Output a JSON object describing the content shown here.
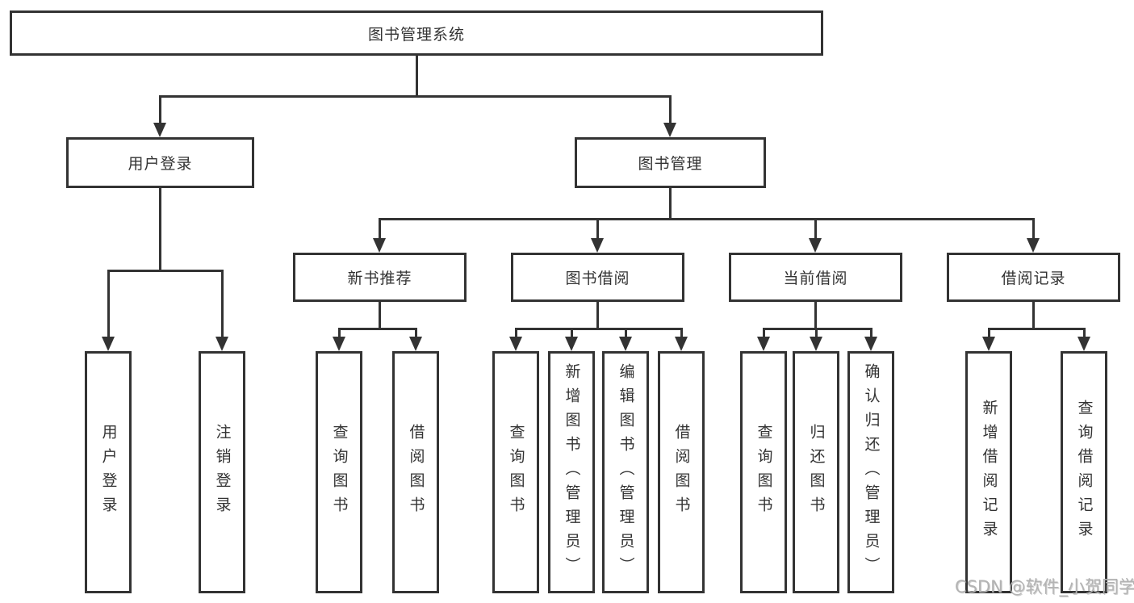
{
  "tree": {
    "root": {
      "label": "图书管理系统"
    },
    "branches": [
      {
        "label": "用户登录",
        "children": [
          "用户登录",
          "注销登录"
        ]
      },
      {
        "label": "图书管理",
        "groups": [
          {
            "label": "新书推荐",
            "children": [
              "查询图书",
              "借阅图书"
            ]
          },
          {
            "label": "图书借阅",
            "children": [
              "查询图书",
              "新增图书（管理员）",
              "编辑图书（管理员）",
              "借阅图书"
            ]
          },
          {
            "label": "当前借阅",
            "children": [
              "查询图书",
              "归还图书",
              "确认归还（管理员）"
            ]
          },
          {
            "label": "借阅记录",
            "children": [
              "新增借阅记录",
              "查询借阅记录"
            ]
          }
        ]
      }
    ]
  },
  "watermark": {
    "text": "CSDN @软件_小贺同学"
  },
  "colors": {
    "line": "#333333",
    "box_border": "#333333",
    "box_fill": "#ffffff",
    "text": "#333333",
    "watermark": "#b3b3b3",
    "background": "#ffffff"
  }
}
